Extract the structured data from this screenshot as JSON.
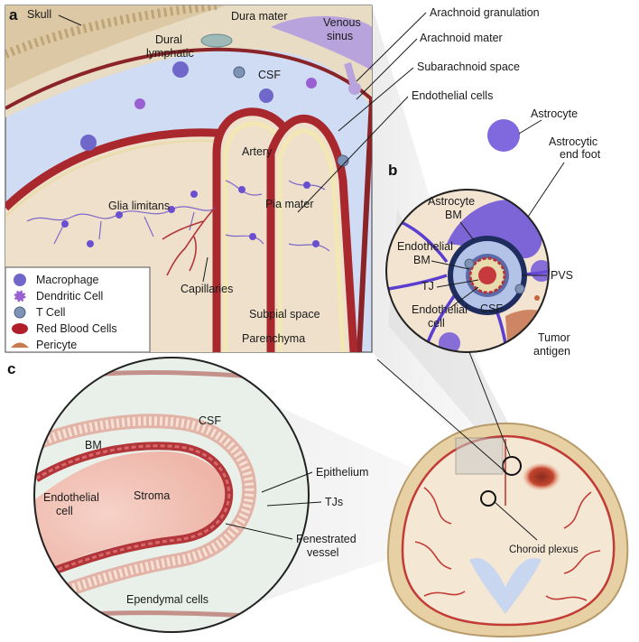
{
  "colors": {
    "csf": "#cfdcf3",
    "skull": "#dcc8a4",
    "dura": "#e8dcc4",
    "parenchyma": "#eee0cb",
    "vessel": "#b2353a",
    "astrocyte": "#6b4fcf",
    "panel_c_bg": "#e9f0ea"
  },
  "panels": {
    "a": "a",
    "b": "b",
    "c": "c"
  },
  "panel_a": {
    "skull": "Skull",
    "dura_mater": "Dura mater",
    "venous_sinus_1": "Venous",
    "venous_sinus_2": "sinus",
    "dural_lymphatic_1": "Dural",
    "dural_lymphatic_2": "lymphatic",
    "csf": "CSF",
    "artery": "Artery",
    "glia_limitans": "Glia limitans",
    "pia_mater": "Pia mater",
    "capillaries": "Capillaries",
    "subpial_space": "Subpial space",
    "parenchyma": "Parenchyma"
  },
  "top_labels": {
    "arachnoid_granulation": "Arachnoid granulation",
    "arachnoid_mater": "Arachnoid mater",
    "subarachnoid_space": "Subarachnoid space",
    "endothelial_cells": "Endothelial cells"
  },
  "legend": {
    "items": [
      {
        "label": "Macrophage",
        "icon": "macrophage-icon"
      },
      {
        "label": "Dendritic Cell",
        "icon": "dendritic-cell-icon"
      },
      {
        "label": "T Cell",
        "icon": "t-cell-icon"
      },
      {
        "label": "Red Blood Cells",
        "icon": "red-blood-cell-icon"
      },
      {
        "label": "Pericyte",
        "icon": "pericyte-icon"
      }
    ]
  },
  "panel_b": {
    "astrocyte": "Astrocyte",
    "astrocytic_end_foot_1": "Astrocytic",
    "astrocytic_end_foot_2": "end foot",
    "astrocyte_bm_1": "Astrocyte",
    "astrocyte_bm_2": "BM",
    "endothelial_bm_1": "Endothelial",
    "endothelial_bm_2": "BM",
    "pvs": "PVS",
    "tj": "TJ",
    "csf": "CSF",
    "endothelial_cell_1": "Endothelial",
    "endothelial_cell_2": "cell",
    "tumor_antigen_1": "Tumor",
    "tumor_antigen_2": "antigen"
  },
  "panel_c": {
    "bm": "BM",
    "csf": "CSF",
    "epithelium": "Epithelium",
    "endothelial_cell_1": "Endothelial",
    "endothelial_cell_2": "cell",
    "stroma": "Stroma",
    "tjs": "TJs",
    "fenestrated_vessel_1": "Fenestrated",
    "fenestrated_vessel_2": "vessel",
    "ependymal_cells": "Ependymal cells"
  },
  "brain": {
    "choroid_plexus": "Choroid plexus"
  }
}
